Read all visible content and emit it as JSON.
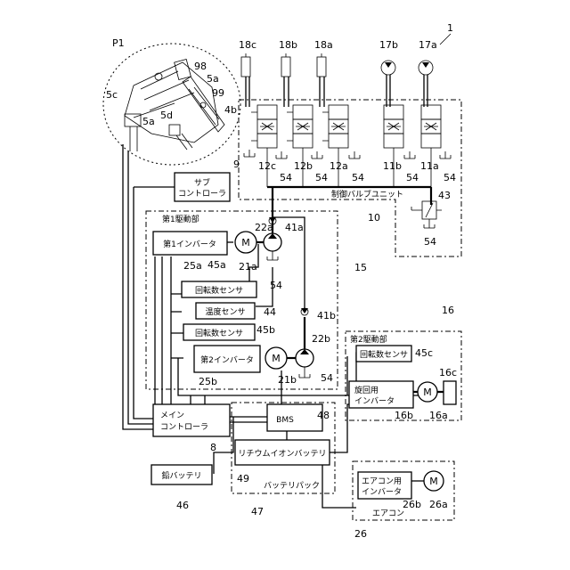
{
  "boxes": {
    "sub_controller": "サブ\nコントローラ",
    "first_inverter": "第1インバータ",
    "rpm_sensor_a": "回転数センサ",
    "temp_sensor": "温度センサ",
    "rpm_sensor_b": "回転数センサ",
    "second_inverter": "第2インバータ",
    "rpm_sensor_c": "回転数センサ",
    "swing_inverter": "旋回用\nインバータ",
    "main_controller": "メイン\nコントローラ",
    "bms": "BMS",
    "li_battery": "リチウムイオンバッテリ",
    "lead_battery": "鉛バッテリ",
    "ac_inverter": "エアコン用\nインバータ"
  },
  "motors": {
    "symbol": "M"
  },
  "regions": {
    "control_valve_unit": "制御バルブユニット",
    "first_drive": "第1駆動部",
    "second_drive": "第2駆動部",
    "battery_pack": "バッテリパック",
    "aircon": "エアコン"
  },
  "refs": {
    "r1": "1",
    "p1": "P1",
    "r98": "98",
    "r99": "99",
    "r5a1": "5a",
    "r5a2": "5a",
    "r5c": "5c",
    "r5d": "5d",
    "r4b": "4b",
    "r9": "9",
    "r18c": "18c",
    "r18b": "18b",
    "r18a": "18a",
    "r17b": "17b",
    "r17a": "17a",
    "r12c": "12c",
    "r12b": "12b",
    "r12a": "12a",
    "r11b": "11b",
    "r11a": "11a",
    "r54_1": "54",
    "r54_2": "54",
    "r54_3": "54",
    "r54_4": "54",
    "r54_5": "54",
    "r54_6": "54",
    "r54_7": "54",
    "r54_8": "54",
    "r43": "43",
    "r10": "10",
    "r15": "15",
    "r16": "16",
    "r22a": "22a",
    "r41a": "41a",
    "r21a": "21a",
    "r25a": "25a",
    "r45a": "45a",
    "r44": "44",
    "r41b": "41b",
    "r45b": "45b",
    "r22b": "22b",
    "r21b": "21b",
    "r25b": "25b",
    "r45c": "45c",
    "r16c": "16c",
    "r16b": "16b",
    "r16a": "16a",
    "r8": "8",
    "r48": "48",
    "r49": "49",
    "r46": "46",
    "r47": "47",
    "r26b": "26b",
    "r26a": "26a",
    "r26": "26"
  }
}
